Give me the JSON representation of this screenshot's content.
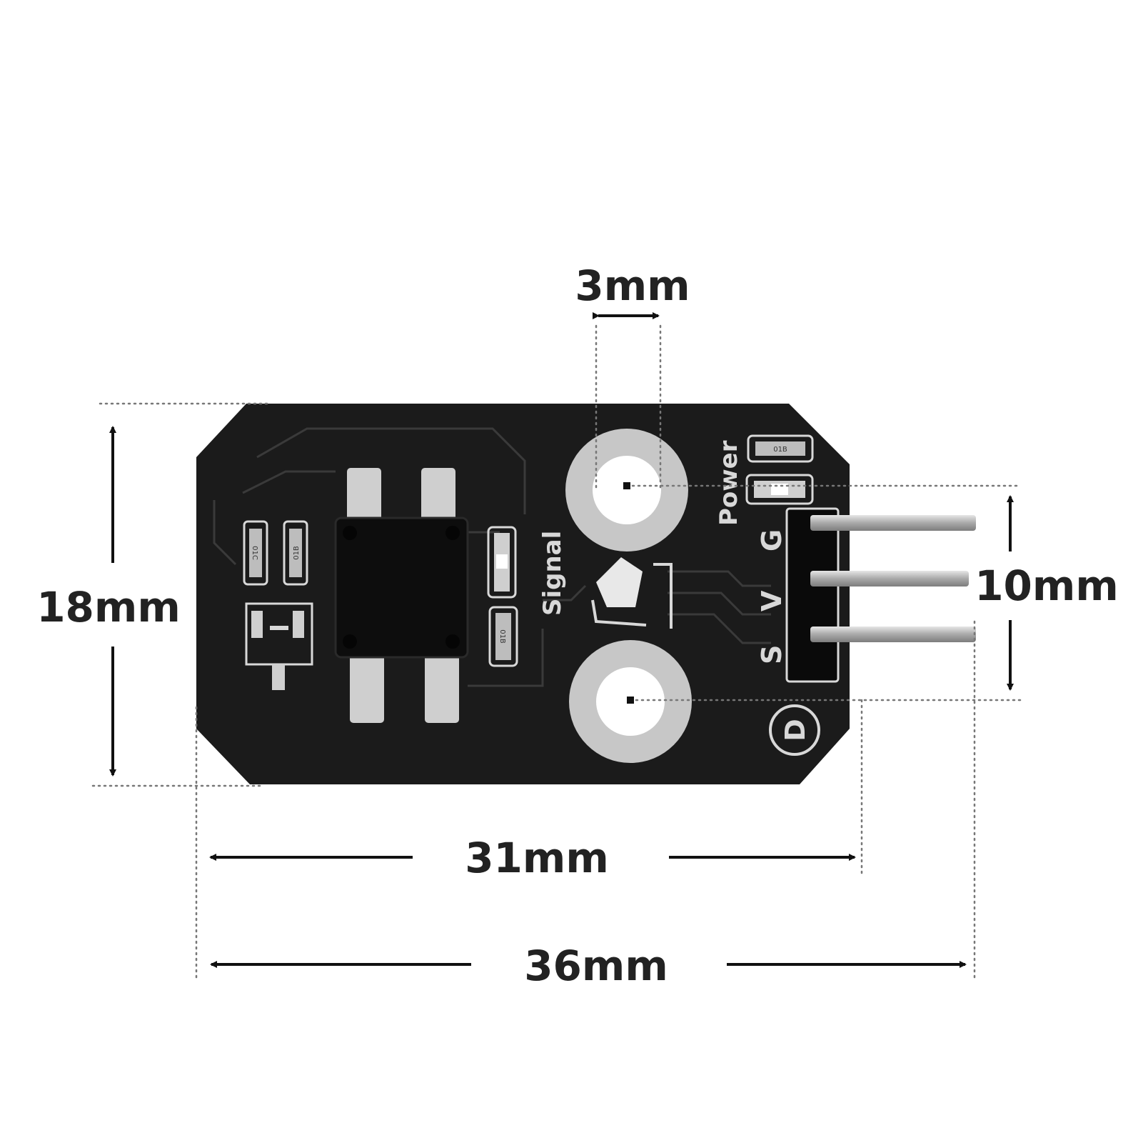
{
  "dimensions": {
    "hole_diameter": "3mm",
    "board_height": "18mm",
    "hole_spacing": "10mm",
    "board_width": "31mm",
    "overall_width": "36mm"
  },
  "board": {
    "signal_label": "Signal",
    "power_label": "Power",
    "pin_labels": [
      "G",
      "V",
      "S"
    ],
    "digital_mark": "D",
    "resistor_codes": [
      "01C",
      "01B",
      "01B",
      "01B"
    ]
  },
  "colors": {
    "pcb": "#1b1b1b",
    "silkscreen": "#d8d8d8",
    "pad": "#c9c9c9",
    "pin": "#b8b8b8",
    "dimension_text": "#222222"
  }
}
